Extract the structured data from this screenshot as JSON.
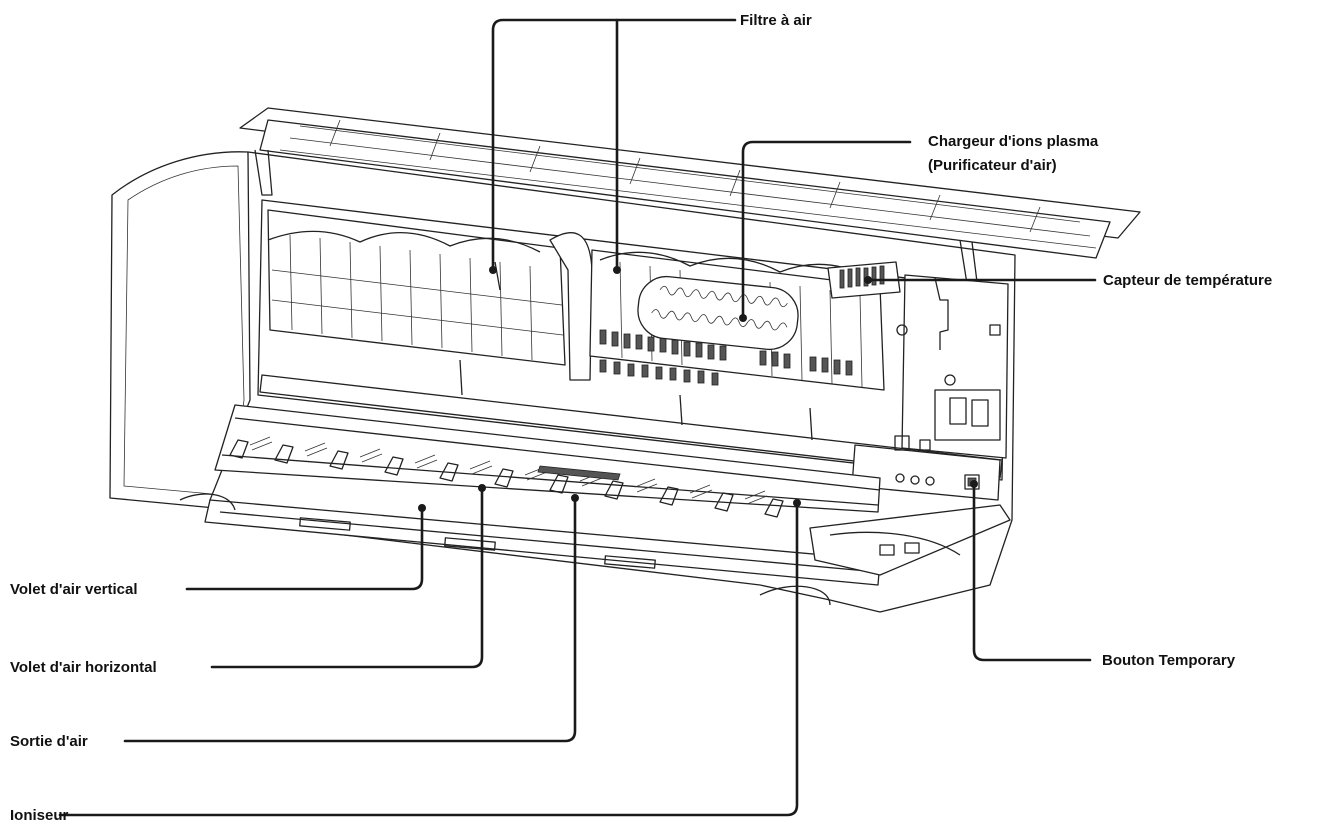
{
  "labels": {
    "air_filter": "Filtre à air",
    "plasma_charger_line1": "Chargeur d'ions plasma",
    "plasma_charger_line2": "(Purificateur d'air)",
    "temperature_sensor": "Capteur de température",
    "vertical_louver": "Volet d'air vertical",
    "horizontal_louver": "Volet d'air horizontal",
    "air_outlet": "Sortie d'air",
    "ionizer": "Ioniseur",
    "temporary_button": "Bouton Temporary"
  }
}
